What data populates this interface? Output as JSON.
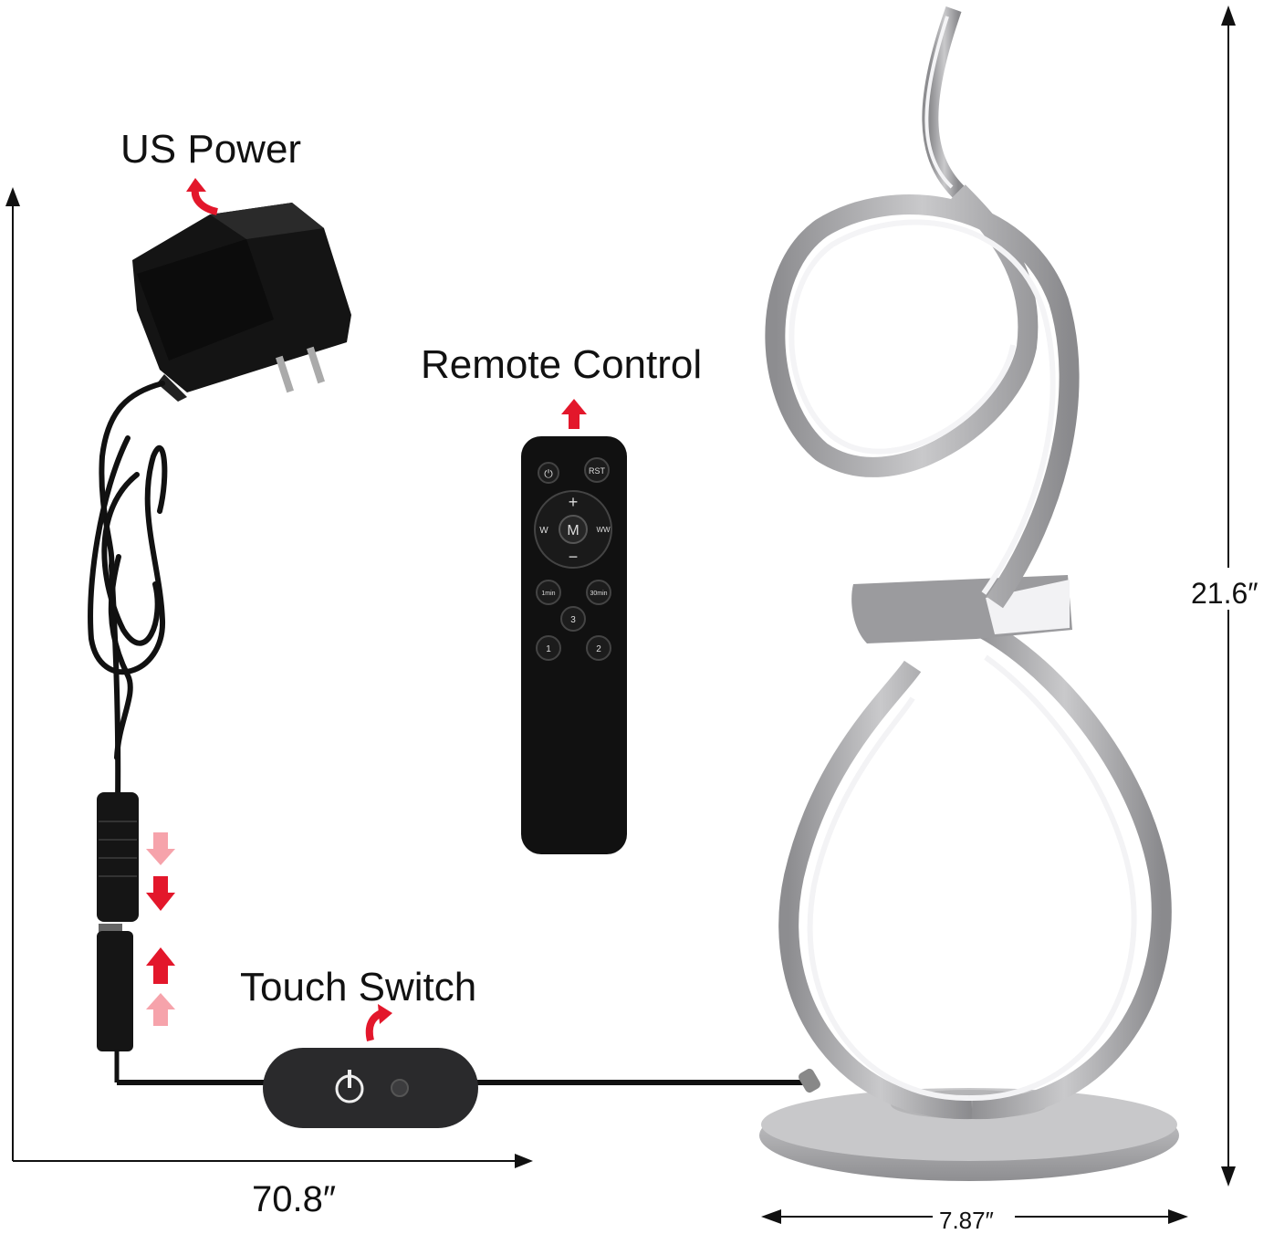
{
  "labels": {
    "us_power": "US Power",
    "remote_control": "Remote Control",
    "touch_switch": "Touch Switch",
    "cord_length": "70.8″",
    "lamp_height": "21.6″",
    "base_width": "7.87″"
  },
  "remote": {
    "buttons": {
      "power": "⏻",
      "reset": "RST",
      "plus": "+",
      "w": "W",
      "m": "M",
      "ww": "WW",
      "minus": "−",
      "timer_1": "1min",
      "timer_30": "30min",
      "mode_3": "3",
      "mode_1": "1",
      "mode_2": "2"
    }
  },
  "colors": {
    "arrow_red": "#e3172b",
    "arrow_pink": "#f6a3ab",
    "adapter_black": "#121212",
    "lamp_steel": "#a9a9ab",
    "lamp_glow": "#f4f4f6"
  }
}
